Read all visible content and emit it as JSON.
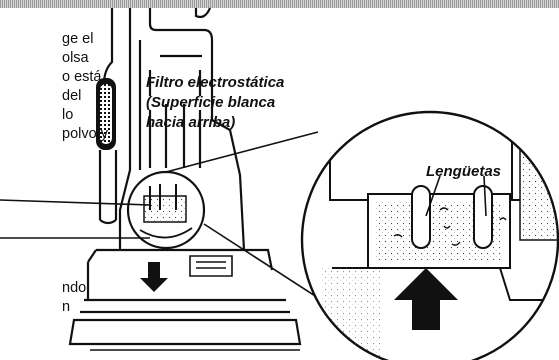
{
  "left_text_top": [
    "ge el",
    "olsa",
    "o está",
    "del",
    "lo",
    "polvo y"
  ],
  "left_text_bottom": [
    "ndo",
    "n"
  ],
  "callouts": {
    "filter_line1": "Filtro electrostática",
    "filter_line2": "(Superficie blanca",
    "filter_line3": "hacia arriba)",
    "tabs": "Lengüetas"
  }
}
